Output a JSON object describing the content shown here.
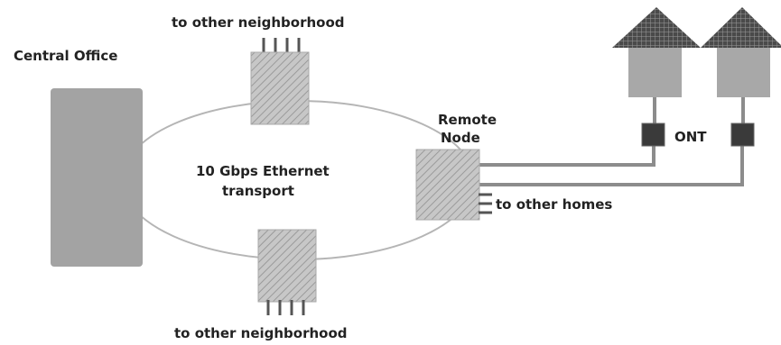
{
  "diagram": {
    "labels": {
      "central_office": "Central Office",
      "top_neighborhood": "to other neighborhood",
      "bottom_neighborhood": "to other neighborhood",
      "transport_line1": "10 Gbps Ethernet",
      "transport_line2": "transport",
      "remote_node_line1": "Remote",
      "remote_node_line2": "Node",
      "ont": "ONT",
      "other_homes": "to other homes"
    },
    "colors": {
      "central_office_fill": "#a3a3a3",
      "node_fill": "#c7c7c7",
      "node_hatch": "#9a9a9a",
      "ont_fill": "#3a3a3a",
      "house_fill": "#a8a8a8",
      "roof_fill": "#4a4a4a",
      "fiber": "#8c8c8c",
      "ring": "#b5b5b5"
    }
  }
}
